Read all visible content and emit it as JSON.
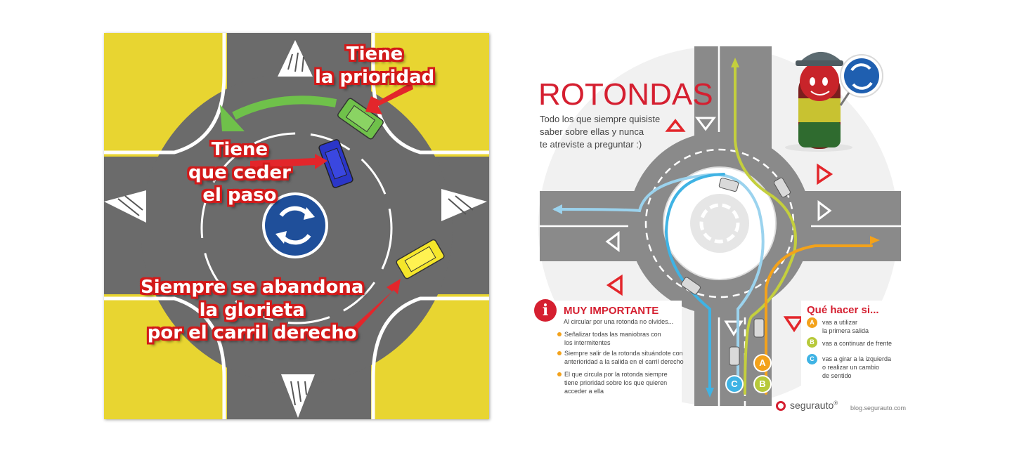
{
  "left_panel": {
    "label_priority": [
      "Tiene",
      "la prioridad"
    ],
    "label_yield": [
      "Tiene",
      "que ceder",
      "el paso"
    ],
    "label_exit": [
      "Siempre se abandona",
      "la glorieta",
      "por el carril derecho"
    ],
    "colors": {
      "road": "#6b6b6b",
      "grass": "#e8d531",
      "green_car": "#6fc14a",
      "blue_car": "#2b36c8",
      "yellow_car": "#f5e62a",
      "arrow_red": "#e3262b",
      "sign": "#1f4f9a"
    }
  },
  "right_panel": {
    "title": "ROTONDAS",
    "subtitle": "Todo los que siempre quisiste\nsaber sobre ellas y nunca\nte atreviste a preguntar :)",
    "important": {
      "icon": "info-icon",
      "heading": "MUY IMPORTANTE",
      "intro": "Al circular por una rotonda no olvides...",
      "items": [
        "Señalizar todas las maniobras con\nlos intermitentes",
        "Siempre salir de la rotonda situándote con\nanterioridad a la salida en el carril derecho",
        "El que circula por la rotonda siempre\ntiene prioridad sobre los que quieren\nacceder a ella"
      ]
    },
    "what_if": {
      "heading": "Qué hacer si...",
      "options": [
        {
          "letter": "A",
          "text": "vas a utilizar\nla primera salida",
          "color": "#f3a21b"
        },
        {
          "letter": "B",
          "text": "vas a continuar de frente",
          "color": "#b7c93a"
        },
        {
          "letter": "C",
          "text": "vas a girar a la izquierda\no realizar un cambio\nde sentido",
          "color": "#3fb3e4"
        }
      ]
    },
    "lane_letters": {
      "a": "A",
      "b": "B",
      "c": "C"
    },
    "brand": "segurauto",
    "brand_mark": "®",
    "url": "blog.segurauto.com"
  }
}
